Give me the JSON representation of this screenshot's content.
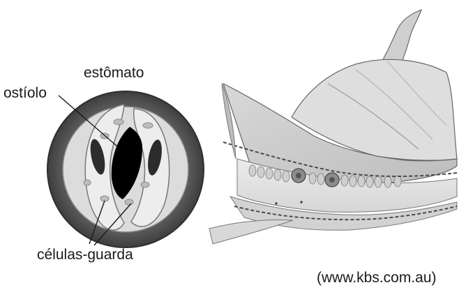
{
  "labels": {
    "stomata": "estômato",
    "ostiole": "ostíolo",
    "guard_cells": "células-guarda",
    "source": "(www.kbs.com.au)"
  },
  "colors": {
    "ink": "#1a1a1a",
    "ring_outer": "#5a5a5a",
    "cell_fill": "#e4e4e4",
    "pore": "#000000",
    "leaf_light": "#e0e0e0",
    "leaf_mid": "#c4c4c4",
    "leaf_dark": "#8a8a8a",
    "dashed_edge": "#4a4a4a"
  }
}
